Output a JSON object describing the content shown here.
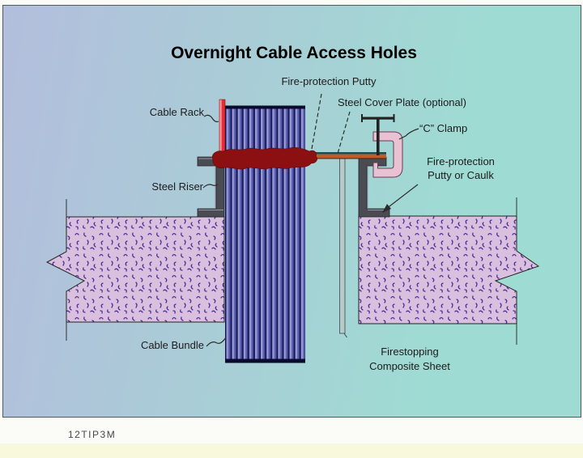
{
  "figure": {
    "title": "Overnight Cable Access Holes",
    "caption": "12TIP3M",
    "labels": {
      "fire_protection_putty": "Fire-protection Putty",
      "cable_rack": "Cable Rack",
      "steel_cover_plate": "Steel Cover Plate (optional)",
      "c_clamp": "“C” Clamp",
      "fire_protection_putty_or_caulk": "Fire-protection\nPutty or Caulk",
      "steel_riser": "Steel Riser",
      "cable_bundle": "Cable Bundle",
      "firestopping_composite_sheet": "Firestopping\nComposite Sheet"
    },
    "colors": {
      "bg_left": "#b3bedd",
      "bg_mid": "#a9cdd6",
      "bg_right": "#9edcd3",
      "frame_border": "#4d5a60",
      "slab_fill": "#d9c0de",
      "slab_speckle": "#4f2a96",
      "riser_gray": "#4b4b54",
      "sheet_gray": "#b7c9c9",
      "plate_orange": "#c05c28",
      "plate_edge_teal": "#174f52",
      "putty_red": "#8c1012",
      "rack_red": "#e62e38",
      "rack_highlight": "#ff9a9a",
      "clamp_pink": "#e8c2d2",
      "bolt_dark": "#222222",
      "cable_dark": "#121256",
      "cable_light": "#9a9ad8",
      "bottom_strip_yellow": "#f8f8dc"
    }
  }
}
